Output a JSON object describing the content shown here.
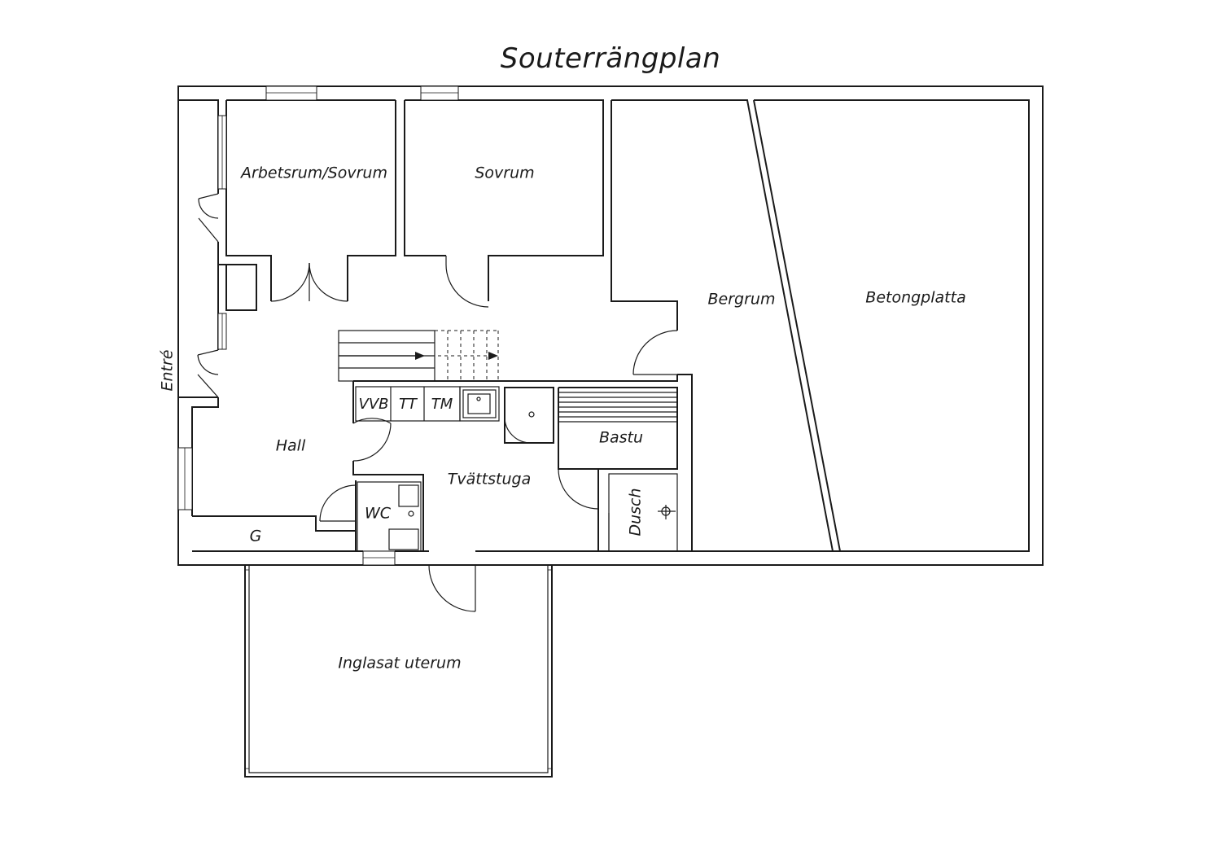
{
  "title": "Souterrängplan",
  "rooms": {
    "arbetsrum": "Arbetsrum/Sovrum",
    "sovrum": "Sovrum",
    "bergrum": "Bergrum",
    "betongplatta": "Betongplatta",
    "entre": "Entré",
    "hall": "Hall",
    "tvattstuga": "Tvättstuga",
    "bastu": "Bastu",
    "dusch": "Dusch",
    "wc": "WC",
    "g": "G",
    "uterum": "Inglasat uterum"
  },
  "appliances": {
    "vvb": "VVB",
    "tt": "TT",
    "tm": "TM"
  }
}
